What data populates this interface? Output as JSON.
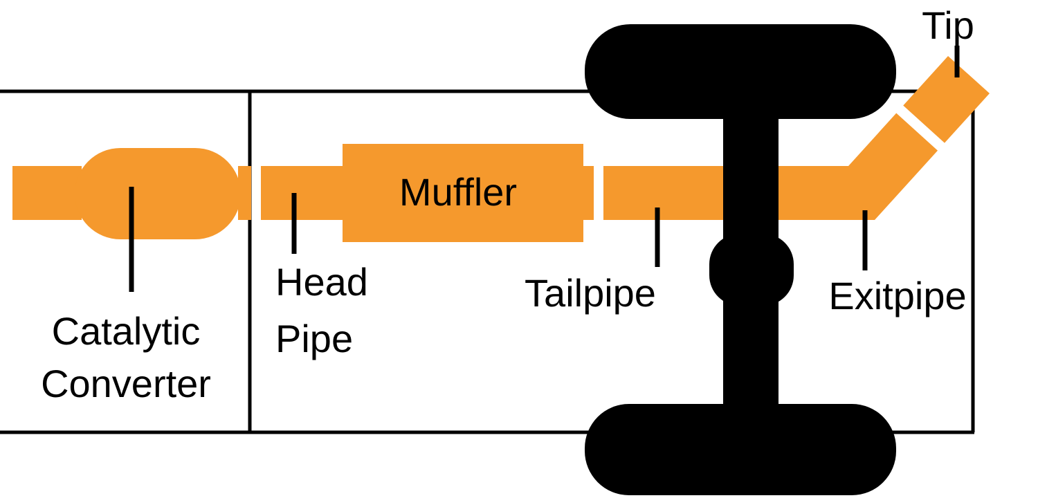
{
  "colors": {
    "pipe": "#F5992D",
    "ink": "#000000",
    "background": "#FFFFFF"
  },
  "labels": {
    "catalytic_converter": {
      "line1": "Catalytic",
      "line2": "Converter"
    },
    "head_pipe": {
      "line1": "Head",
      "line2": "Pipe"
    },
    "muffler": "Muffler",
    "tailpipe": "Tailpipe",
    "exitpipe": "Exitpipe",
    "tip": "Tip"
  }
}
